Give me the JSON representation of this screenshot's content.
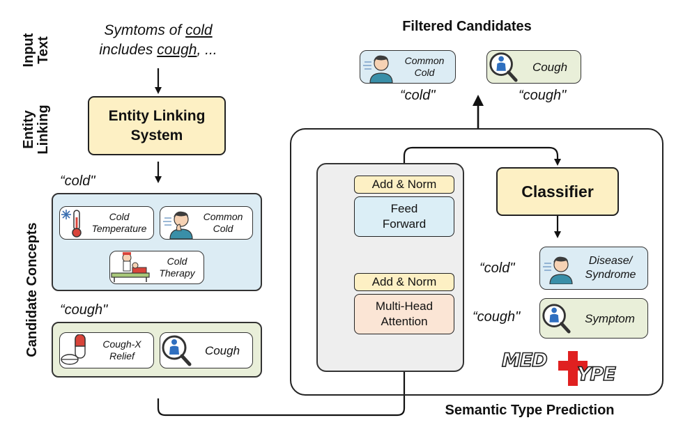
{
  "left_labels": {
    "input_text": [
      "Input",
      "Text"
    ],
    "entity_linking": [
      "Entity",
      "Linking"
    ],
    "candidate_concepts": "Candidate Concepts"
  },
  "input_sentence": {
    "line1_prefix": "Symtoms of ",
    "line1_word": "cold",
    "line2_prefix": "includes ",
    "line2_word": "cough",
    "line2_suffix": ", ..."
  },
  "entity_linking_system": [
    "Entity Linking",
    "System"
  ],
  "candidates": {
    "cold_quote": "“cold\"",
    "cold_items": [
      {
        "label": [
          "Cold",
          "Temperature"
        ],
        "icon": "thermometer-snowflake-icon"
      },
      {
        "label": [
          "Common",
          "Cold"
        ],
        "icon": "sick-person-icon"
      },
      {
        "label": [
          "Cold",
          "Therapy"
        ],
        "icon": "patient-therapy-icon"
      }
    ],
    "cough_quote": "“cough\"",
    "cough_items": [
      {
        "label": [
          "Cough-X",
          "Relief"
        ],
        "icon": "pill-capsule-icon"
      },
      {
        "label": [
          "Cough"
        ],
        "icon": "magnifier-person-icon"
      }
    ]
  },
  "filtered": {
    "title": "Filtered Candidates",
    "items": [
      {
        "label": [
          "Common",
          "Cold"
        ],
        "icon": "sick-person-icon",
        "quote": "“cold\""
      },
      {
        "label": [
          "Cough"
        ],
        "icon": "magnifier-person-icon",
        "quote": "“cough\""
      }
    ]
  },
  "transformer": {
    "add_norm": "Add & Norm",
    "feed_forward": [
      "Feed",
      "Forward"
    ],
    "multi_head": [
      "Multi-Head",
      "Attention"
    ]
  },
  "classifier": {
    "label": "Classifier",
    "outputs": [
      {
        "quote": "“cold\"",
        "label": [
          "Disease/",
          "Syndrome"
        ],
        "icon": "sick-person-icon"
      },
      {
        "quote": "“cough\"",
        "label": [
          "Symptom"
        ],
        "icon": "magnifier-person-icon"
      }
    ]
  },
  "logo": {
    "part1": "MED",
    "part2": "YPE"
  },
  "semantic_type_prediction": "Semantic Type Prediction",
  "colors": {
    "yellow": "#fdf0c4",
    "light_blue": "#dcecf4",
    "light_green": "#e9efd9",
    "gray_panel": "#eeeeee",
    "feed_forward_blue": "#dbeef6",
    "attention_peach": "#fbe5d5",
    "logo_red": "#e02020"
  }
}
